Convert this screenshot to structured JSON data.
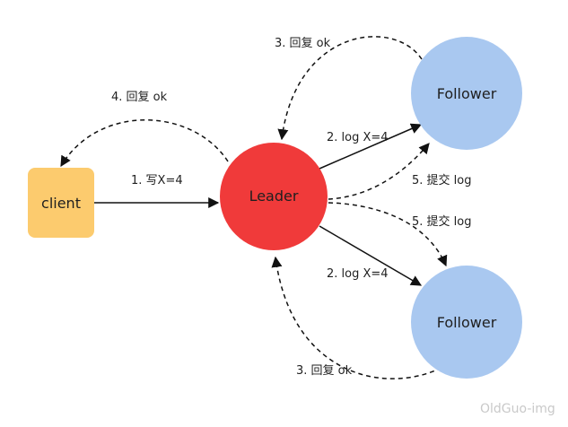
{
  "nodes": {
    "client": {
      "label": "client",
      "color": "#fccb6e"
    },
    "leader": {
      "label": "Leader",
      "color": "#f03a3a"
    },
    "follower_top": {
      "label": "Follower",
      "color": "#a9c8f0"
    },
    "follower_bottom": {
      "label": "Follower",
      "color": "#a9c8f0"
    }
  },
  "edges": {
    "client_to_leader": "1. 写X=4",
    "leader_to_follower_top": "2. log X=4",
    "leader_to_follower_bottom": "2. log X=4",
    "follower_top_reply": "3. 回复 ok",
    "follower_bottom_reply": "3. 回复 ok",
    "leader_reply_client": "4. 回复 ok",
    "commit_top": "5. 提交 log",
    "commit_bottom": "5. 提交 log"
  },
  "watermark": "OldGuo-img"
}
